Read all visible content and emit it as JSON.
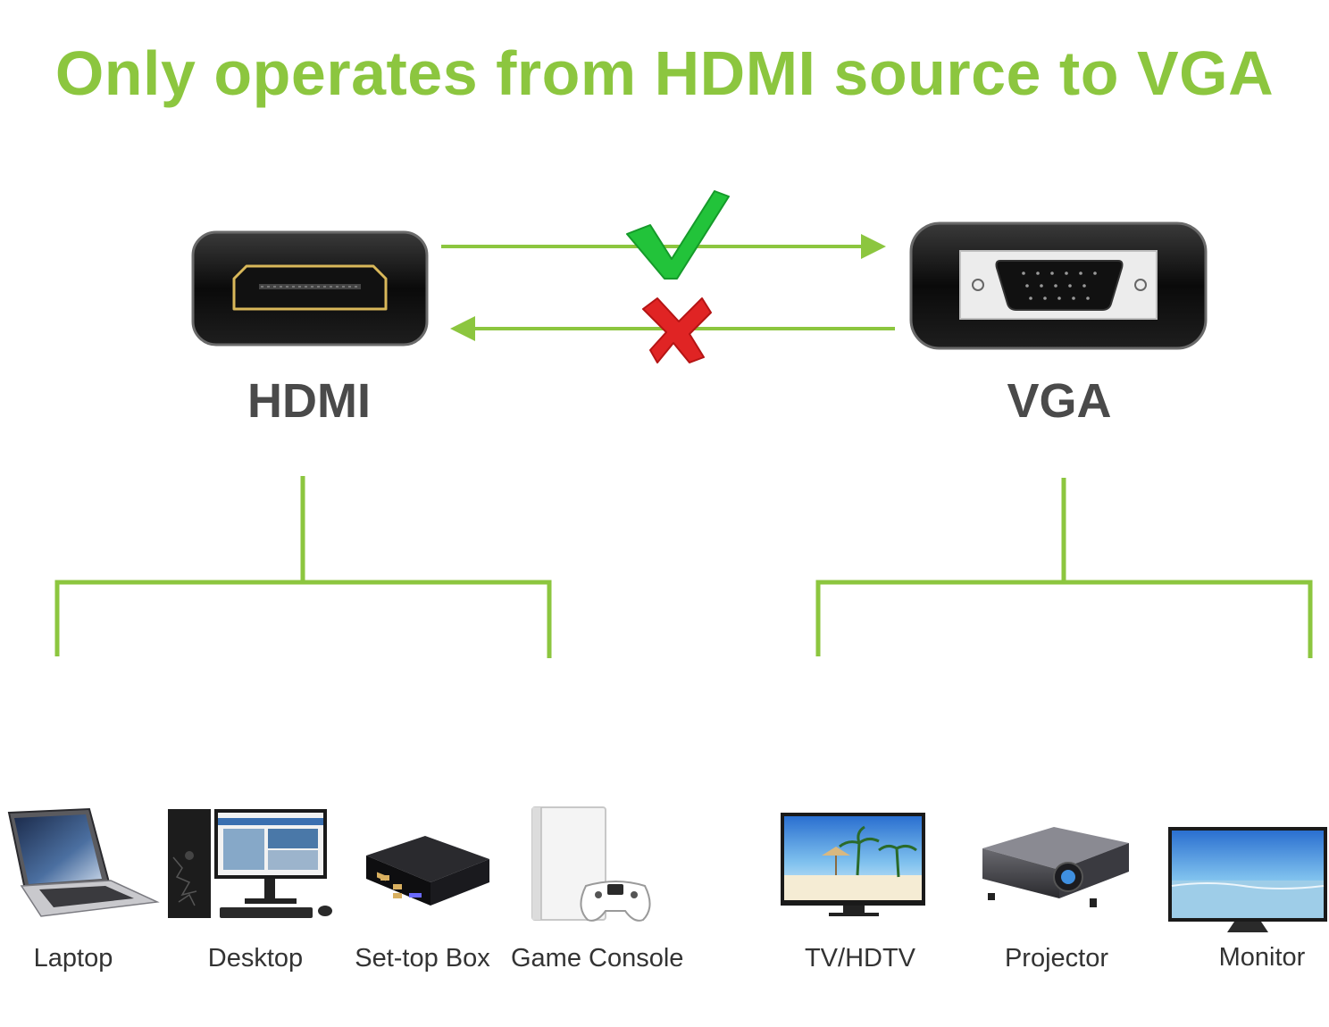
{
  "title": "Only operates from HDMI source to VGA",
  "colors": {
    "accent_green": "#8cc63f",
    "check_green": "#22c33a",
    "cross_red": "#e02424",
    "label_gray": "#4a4a4a",
    "hdmi_gold": "#d9b85a"
  },
  "ports": {
    "hdmi": {
      "label": "HDMI",
      "icon": "hdmi-port-icon"
    },
    "vga": {
      "label": "VGA",
      "icon": "vga-port-icon"
    }
  },
  "arrows": {
    "forward": {
      "icon": "check-mark-icon"
    },
    "reverse": {
      "icon": "cross-mark-icon"
    }
  },
  "devices": {
    "source": [
      {
        "label": "Laptop",
        "icon": "laptop-icon"
      },
      {
        "label": "Desktop",
        "icon": "desktop-computer-icon"
      },
      {
        "label": "Set-top Box",
        "icon": "set-top-box-icon"
      },
      {
        "label": "Game Console",
        "icon": "game-console-icon"
      }
    ],
    "display": [
      {
        "label": "TV/HDTV",
        "icon": "tv-icon"
      },
      {
        "label": "Projector",
        "icon": "projector-icon"
      },
      {
        "label": "Monitor",
        "icon": "monitor-icon"
      }
    ]
  }
}
